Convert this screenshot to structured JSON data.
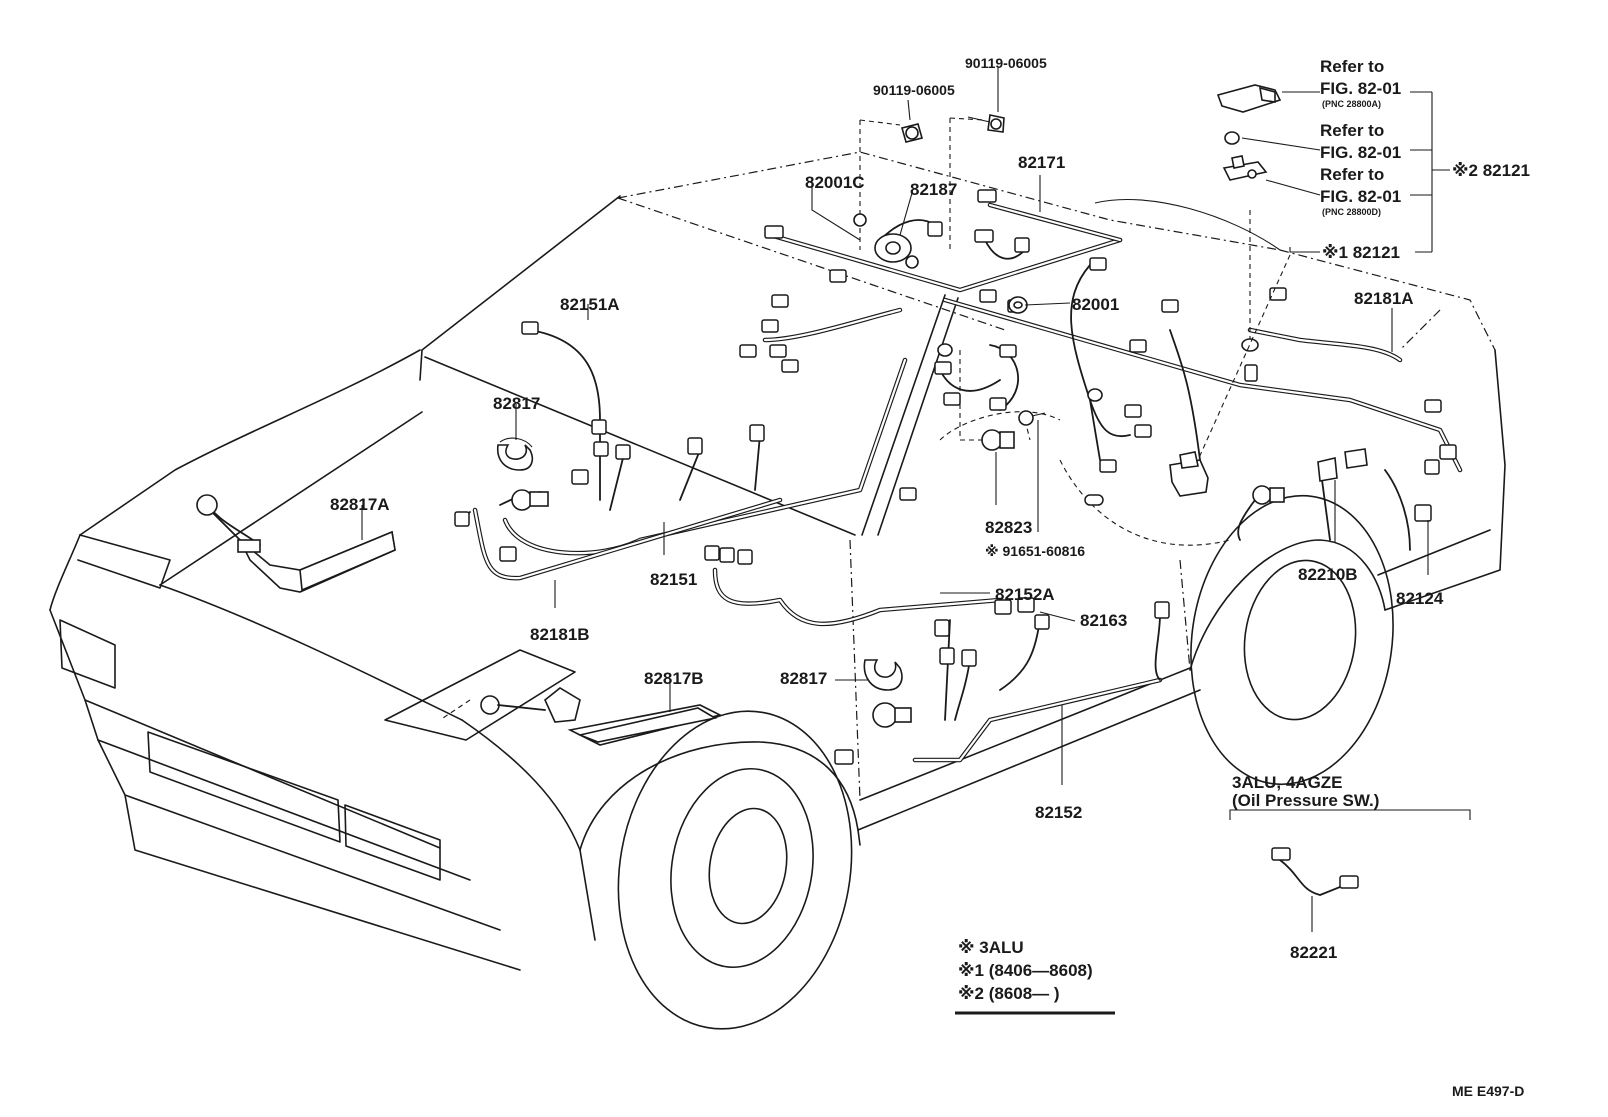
{
  "labels": {
    "p90119_06005_a": "90119-06005",
    "p90119_06005_b": "90119-06005",
    "p82171": "82171",
    "p82001C": "82001C",
    "p82187": "82187",
    "p82001": "82001",
    "p82151A": "82151A",
    "p82817_top": "82817",
    "p82817A": "82817A",
    "p82823": "82823",
    "p91651": "※ 91651-60816",
    "p82151": "82151",
    "p82181B": "82181B",
    "p82152A": "82152A",
    "p82163": "82163",
    "p82817B": "82817B",
    "p82817_mid": "82817",
    "p82152": "82152",
    "p82181A": "82181A",
    "p82210B": "82210B",
    "p82124": "82124",
    "p82221": "82221",
    "p82121_1": "※1 82121",
    "p82121_2": "※2 82121"
  },
  "refer": {
    "r1_line1": "Refer to",
    "r1_line2": "FIG. 82-01",
    "r1_pnc": "(PNC 28800A)",
    "r2_line1": "Refer to",
    "r2_line2": "FIG. 82-01",
    "r3_line1": "Refer to",
    "r3_line2": "FIG. 82-01",
    "r3_pnc": "(PNC 28800D)"
  },
  "inset": {
    "line1": "3ALU, 4AGZE",
    "line2": "(Oil Pressure SW.)"
  },
  "legend": {
    "row0": "※   3ALU",
    "row1": "※1 (8406—8608)",
    "row2": "※2 (8608—        )"
  },
  "footer": {
    "code": "ME  E497-D"
  }
}
